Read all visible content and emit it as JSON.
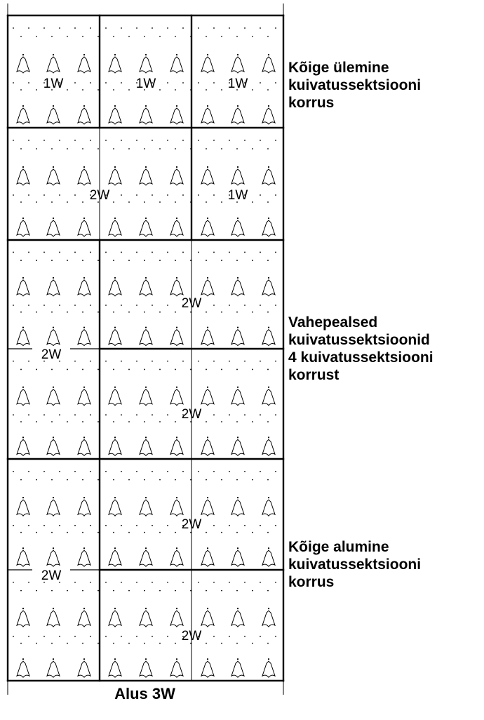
{
  "sections": [
    {
      "lines": [
        "Kõige ülemine",
        "kuivatussektsiooni",
        "korrus"
      ]
    },
    {
      "lines": [
        "Vahepealsed",
        "kuivatussektsioonid",
        "4 kuivatussektsiooni",
        "korrust"
      ]
    },
    {
      "lines": [
        "Kõige alumine",
        "kuivatussektsiooni",
        "korrus"
      ]
    }
  ],
  "base_label": "Alus 3W",
  "cells": [
    {
      "label": "1W"
    },
    {
      "label": "1W"
    },
    {
      "label": "1W"
    },
    {
      "label": "2W"
    },
    {
      "label": "1W"
    },
    {
      "label": "2W"
    },
    {
      "label": "2W"
    },
    {
      "label": "2W"
    },
    {
      "label": "2W"
    },
    {
      "label": "2W"
    },
    {
      "label": "2W"
    }
  ]
}
